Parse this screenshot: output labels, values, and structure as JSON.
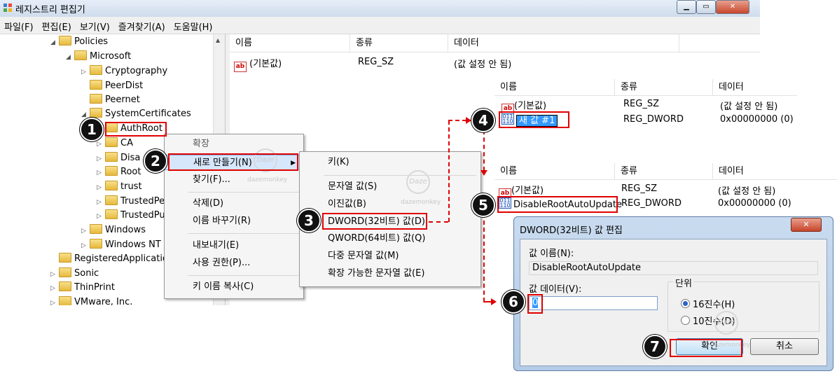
{
  "window": {
    "title": "레지스트리 편집기",
    "min": "▁",
    "max": "▭",
    "close": "✕"
  },
  "menubar": [
    "파일(F)",
    "편집(E)",
    "보기(V)",
    "즐겨찾기(A)",
    "도움말(H)"
  ],
  "tree": [
    {
      "label": "Policies",
      "tri": "◢"
    },
    {
      "label": "Microsoft",
      "tri": "◢"
    },
    {
      "label": "Cryptography",
      "tri": "▷"
    },
    {
      "label": "PeerDist",
      "tri": ""
    },
    {
      "label": "Peernet",
      "tri": ""
    },
    {
      "label": "SystemCertificates",
      "tri": "◢"
    },
    {
      "label": "AuthRoot",
      "tri": ""
    },
    {
      "label": "CA",
      "tri": "▷"
    },
    {
      "label": "Disa",
      "tri": "▷"
    },
    {
      "label": "Root",
      "tri": "▷"
    },
    {
      "label": "trust",
      "tri": "▷"
    },
    {
      "label": "TrustedPe",
      "tri": "▷"
    },
    {
      "label": "TrustedPu",
      "tri": "▷"
    },
    {
      "label": "Windows",
      "tri": "▷"
    },
    {
      "label": "Windows NT",
      "tri": "▷"
    },
    {
      "label": "RegisteredApplication",
      "tri": ""
    },
    {
      "label": "Sonic",
      "tri": "▷"
    },
    {
      "label": "ThinPrint",
      "tri": "▷"
    },
    {
      "label": "VMware, Inc.",
      "tri": "▷"
    }
  ],
  "columns": {
    "name": "이름",
    "type": "종류",
    "data": "데이터"
  },
  "main_row": {
    "name": "(기본값)",
    "type": "REG_SZ",
    "data": "(값 설정 안 됨)"
  },
  "context_menu": [
    "확장",
    "새로 만들기(N)",
    "찾기(F)...",
    "삭제(D)",
    "이름 바꾸기(R)",
    "내보내기(E)",
    "사용 권한(P)...",
    "키 이름 복사(C)"
  ],
  "submenu": [
    "키(K)",
    "문자열 값(S)",
    "이진값(B)",
    "DWORD(32비트) 값(D)",
    "QWORD(64비트) 값(Q)",
    "다중 문자열 값(M)",
    "확장 가능한 문자열 값(E)"
  ],
  "panel1": {
    "rows": [
      {
        "name": "(기본값)",
        "type": "REG_SZ",
        "data": "(값 설정 안 됨)"
      },
      {
        "name": "새 값 #1",
        "type": "REG_DWORD",
        "data": "0x00000000 (0)"
      }
    ]
  },
  "panel2": {
    "rows": [
      {
        "name": "(기본값)",
        "type": "REG_SZ",
        "data": "(값 설정 안 됨)"
      },
      {
        "name": "DisableRootAutoUpdate",
        "type": "REG_DWORD",
        "data": "0x00000000 (0)"
      }
    ]
  },
  "dialog": {
    "title": "DWORD(32비트) 값 편집",
    "name_label": "값 이름(N):",
    "name_value": "DisableRootAutoUpdate",
    "data_label": "값 데이터(V):",
    "data_value": "0",
    "base_label": "단위",
    "hex_label": "16진수(H)",
    "dec_label": "10진수(D)",
    "ok": "확인",
    "cancel": "취소",
    "close": "✕"
  },
  "badges": [
    "1",
    "2",
    "3",
    "4",
    "5",
    "6",
    "7"
  ],
  "watermark": {
    "brand": "dazemonkey",
    "logo": "Daze"
  },
  "colors": {
    "annotation": "#e00000",
    "selection": "#3399ff"
  }
}
